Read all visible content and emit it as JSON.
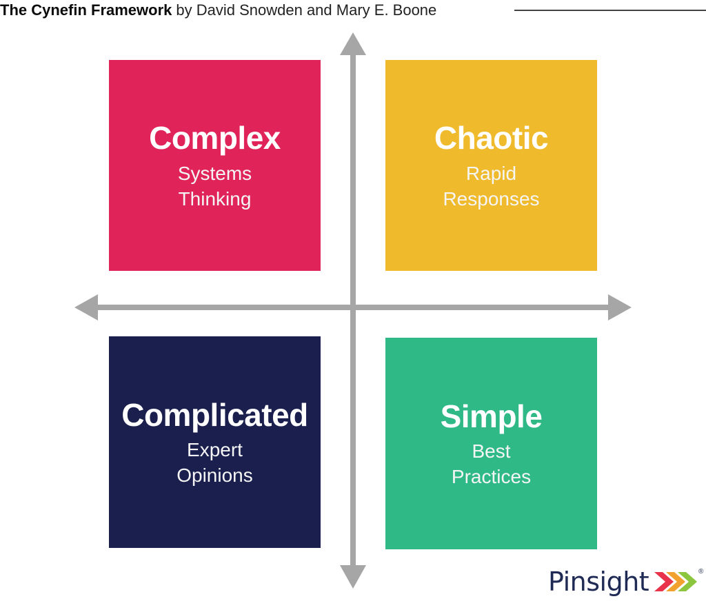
{
  "header": {
    "title": "The Cynefin Framework",
    "subtitle": "by David Snowden and Mary E. Boone"
  },
  "quadrants": [
    {
      "id": "complex",
      "title": "Complex",
      "lines": [
        "Systems",
        "Thinking"
      ],
      "color": "#e0245a"
    },
    {
      "id": "chaotic",
      "title": "Chaotic",
      "lines": [
        "Rapid",
        "Responses"
      ],
      "color": "#efba2b"
    },
    {
      "id": "complicated",
      "title": "Complicated",
      "lines": [
        "Expert",
        "Opinions"
      ],
      "color": "#1a1f4e"
    },
    {
      "id": "simple",
      "title": "Simple",
      "lines": [
        "Best",
        "Practices"
      ],
      "color": "#2fb987"
    }
  ],
  "axes": {
    "color": "#a6a6a6"
  },
  "logo": {
    "text": "Pinsight",
    "registered": "®",
    "text_color": "#1f2a55",
    "chevron_colors": [
      "#e8334a",
      "#f2a12e",
      "#8cc63f"
    ]
  }
}
